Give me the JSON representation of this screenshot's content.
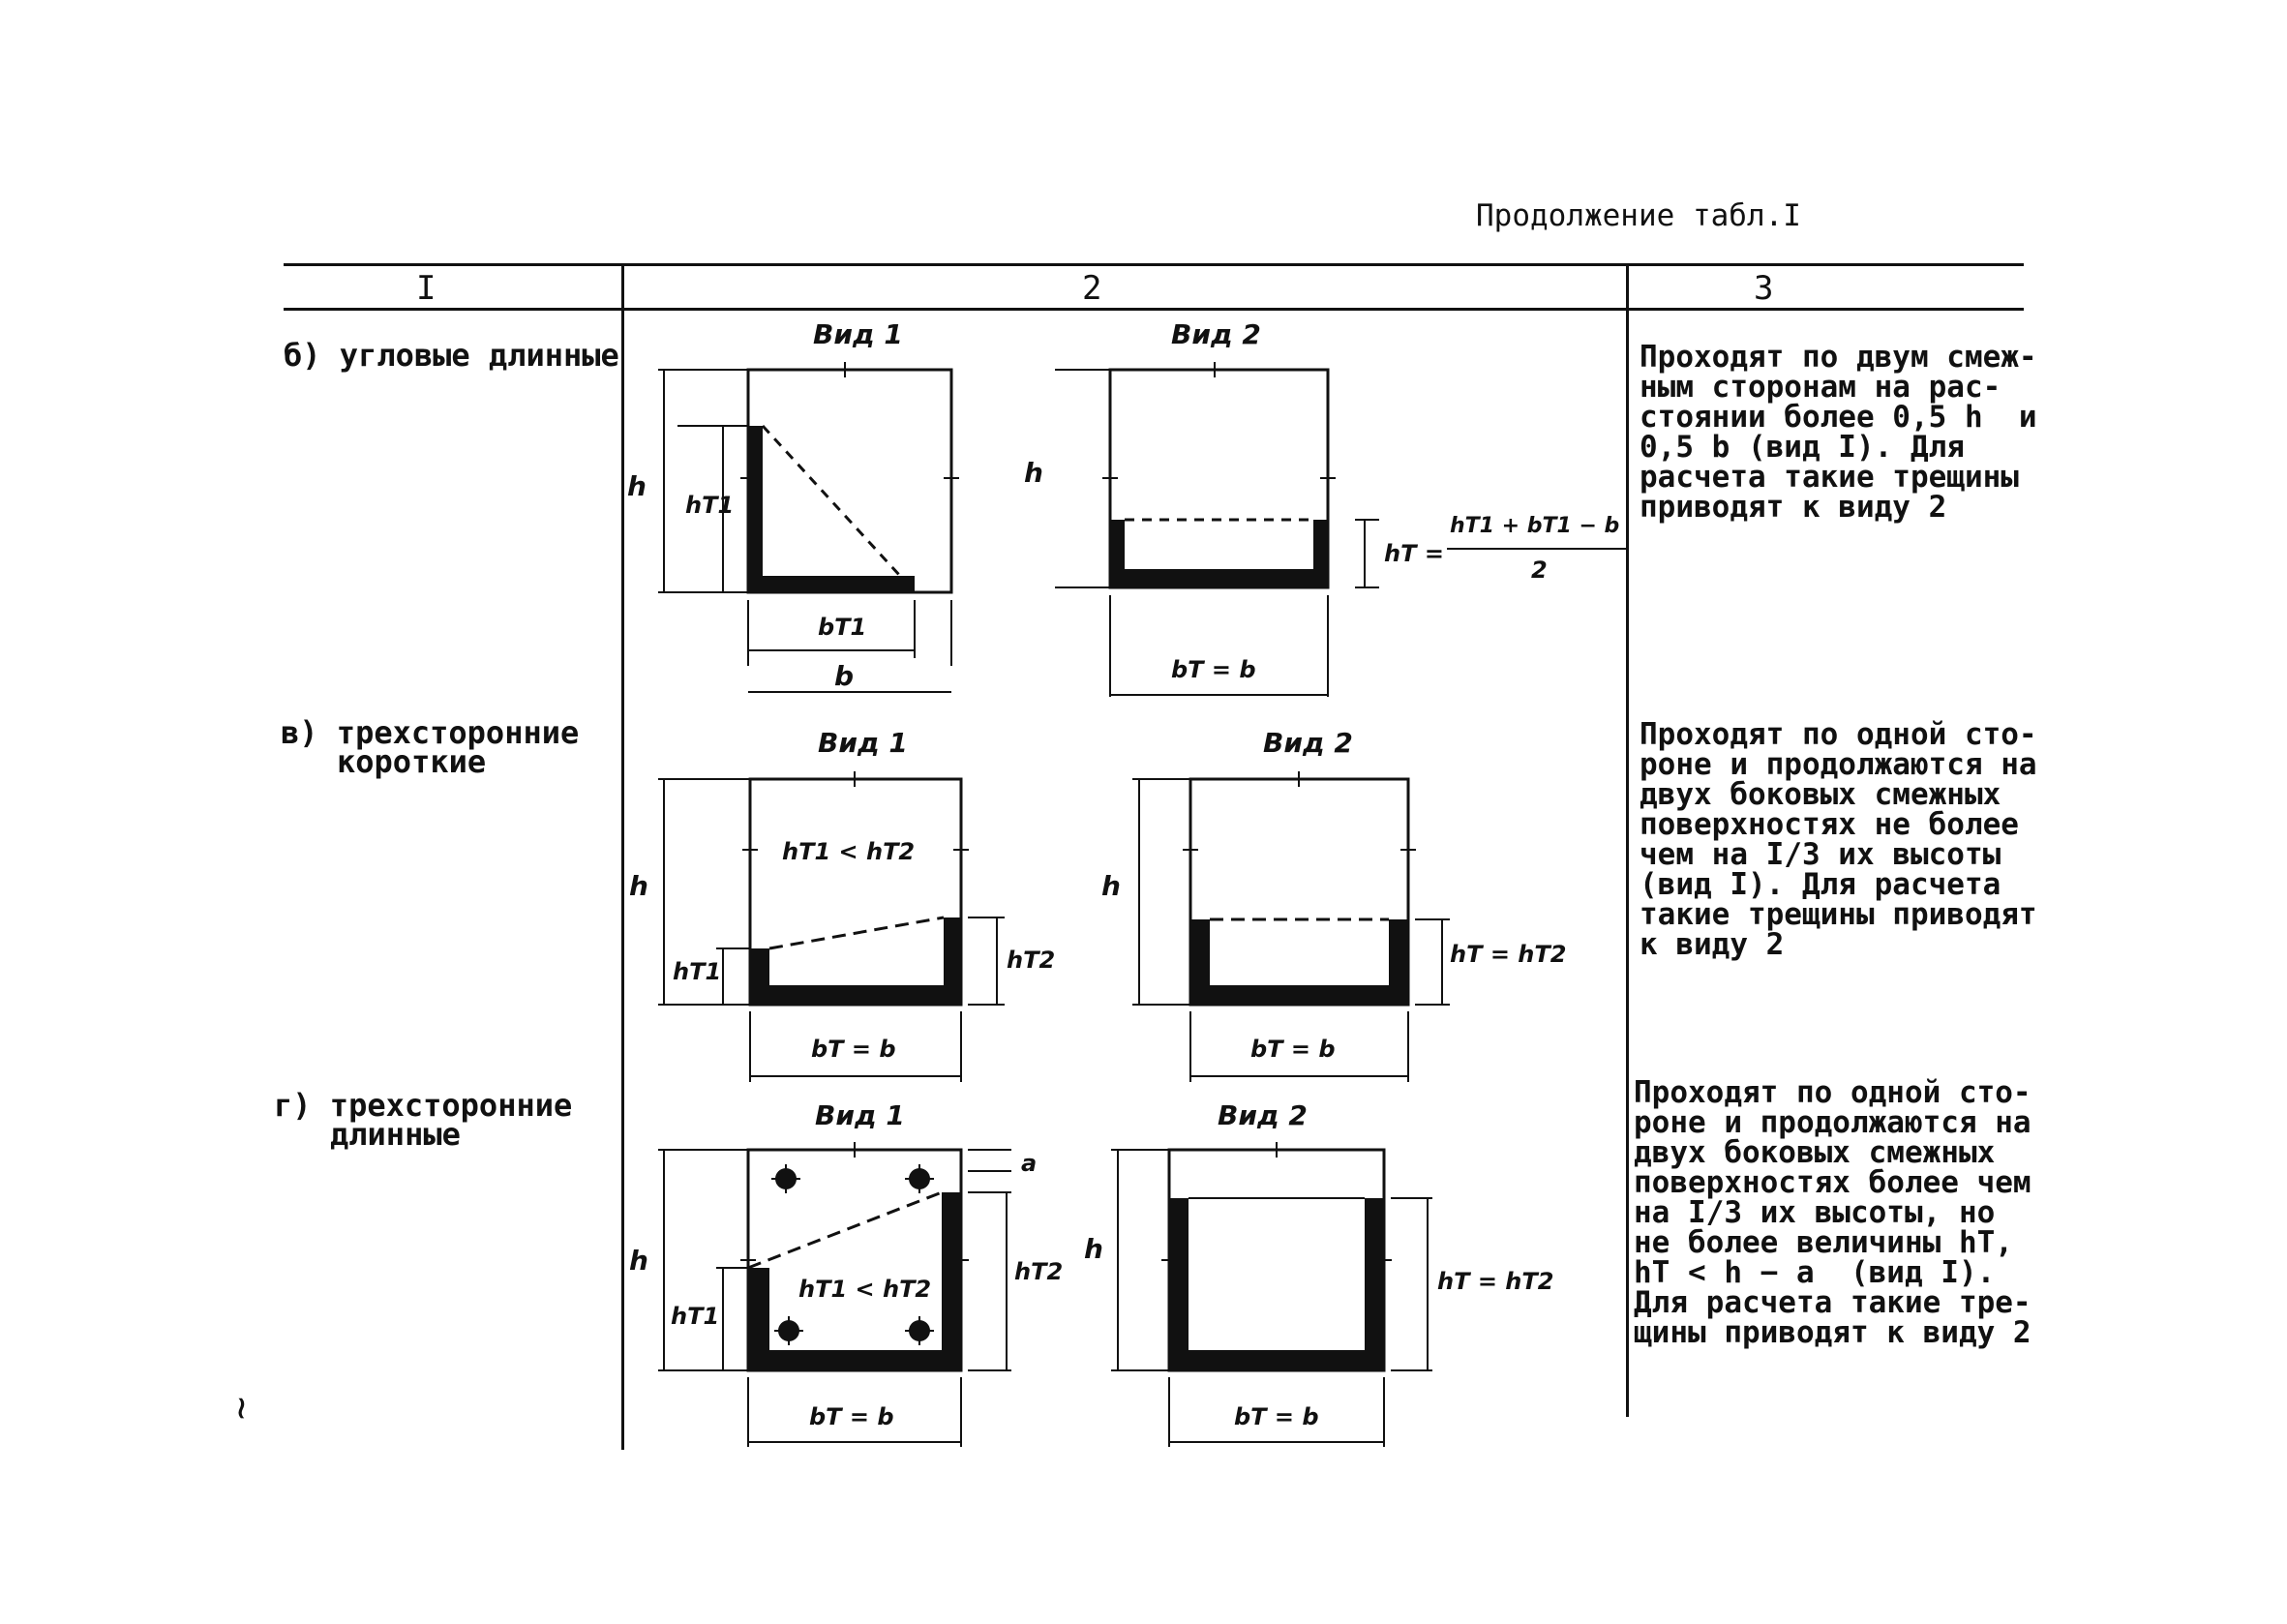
{
  "caption": "Продолжение табл.I",
  "columns": [
    "I",
    "2",
    "3"
  ],
  "rows": [
    {
      "label": "б) угловые длинные",
      "views": [
        "Вид 1",
        "Вид 2"
      ],
      "description": "Проходят по двум смеж-\nным сторонам на рас-\nстоянии более 0,5 h  и\n0,5 b (вид I). Для\nрасчета такие трещины\nприводят к виду 2",
      "labels": {
        "h": "h",
        "hT1": "hT1",
        "bT1": "bT1",
        "b": "b",
        "bT_eq_b": "bT = b",
        "hT": "hT =",
        "formula_num": "hT1 + bT1 − b",
        "formula_den": "2"
      }
    },
    {
      "label_line1": "в) трехсторонние",
      "label_line2": "короткие",
      "views": [
        "Вид 1",
        "Вид 2"
      ],
      "description": "Проходят по одной сто-\nроне и продолжаются на\nдвух боковых смежных\nповерхностях не более\nчем на I/3 их высоты\n(вид I). Для расчета\nтакие трещины приводят\nк виду 2",
      "labels": {
        "h": "h",
        "hT1_lt_hT2": "hT1 < hT2",
        "hT1": "hT1",
        "hT2": "hT2",
        "bT_eq_b": "bT = b",
        "hT_eq_hT2": "hT = hT2"
      }
    },
    {
      "label_line1": "г) трехсторонние",
      "label_line2": "длинные",
      "views": [
        "Вид 1",
        "Вид 2"
      ],
      "description": "Проходят по одной сто-\nроне и продолжаются на\nдвух боковых смежных\nповерхностях более чем\nна I/3 их высоты, но\nне более величины hT,\nhT < h − a  (вид I).\nДля расчета такие тре-\nщины приводят к виду 2",
      "labels": {
        "h": "h",
        "a": "a",
        "hT1_lt_hT2": "hT1 < hT2",
        "hT1": "hT1",
        "hT2": "hT2",
        "bT_eq_b": "bT = b",
        "hT_eq_hT2": "hT = hT2"
      }
    }
  ],
  "page_mark": "~"
}
